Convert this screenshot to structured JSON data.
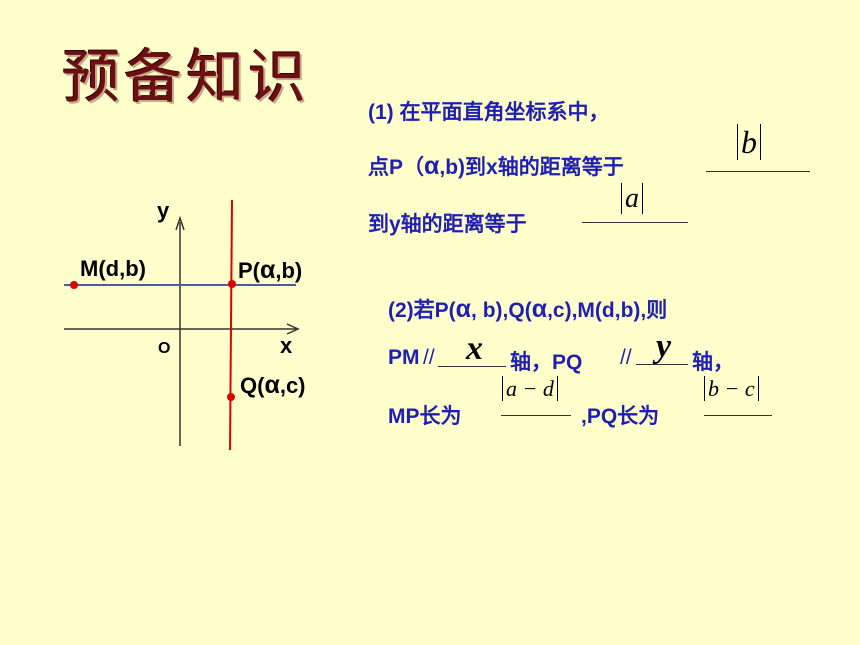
{
  "title": "预备知识",
  "part1": {
    "line1": "(1) 在平面直角坐标系中，",
    "line2_prefix": "点P（",
    "line2_greek": "α",
    "line2_suffix": ",b)到x轴的距离等于",
    "answer_b": "b",
    "line3": "到y轴的距离等于",
    "answer_a": "a"
  },
  "part2": {
    "line1_a": "(2)若P(",
    "line1_greek1": "α",
    "line1_b": ", b),Q(",
    "line1_greek2": "α",
    "line1_c": ",c),M(d,b),则",
    "pm": "PM",
    "parallel1": "//",
    "answer_x": "x",
    "axis1": "轴，PQ",
    "parallel2": "//",
    "answer_y": "y",
    "axis2": "轴，",
    "mp_label": "MP长为",
    "answer_mp": "a − d",
    "pq_label": ",PQ长为",
    "answer_pq": "b − c"
  },
  "figure": {
    "y_label": "y",
    "x_label": "x",
    "origin_label": "O",
    "m_label": "M(d,b)",
    "p_label_prefix": "P(",
    "p_label_greek": "α",
    "p_label_suffix": ",b)",
    "q_label_prefix": "Q(",
    "q_label_greek": "α",
    "q_label_suffix": ",c)"
  },
  "colors": {
    "background": "#ffffcc",
    "title": "#6a0f12",
    "text": "#1f1fb3",
    "point": "#e00000",
    "horizontal_line": "#4a5aa8",
    "vertical_line": "#e00000"
  }
}
